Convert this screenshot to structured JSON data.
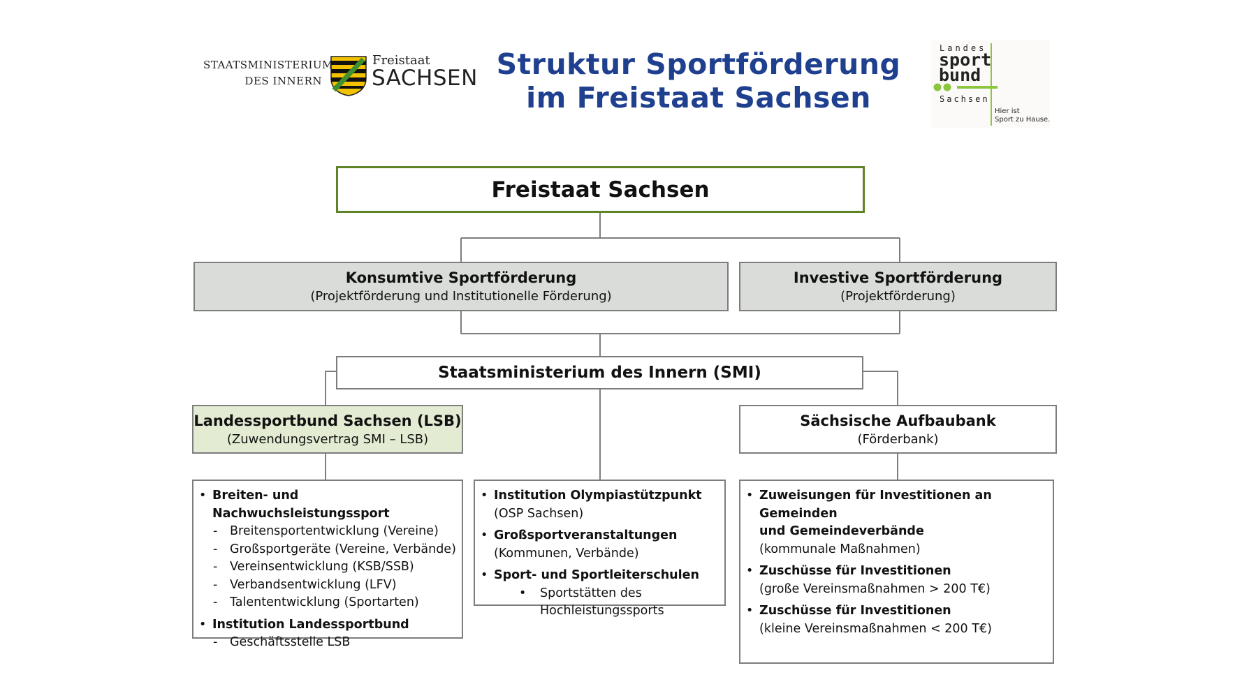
{
  "header": {
    "title_line1": "Struktur Sportförderung",
    "title_line2": "im Freistaat Sachsen",
    "smi_logo": {
      "line1": "STAATSMINISTERIUM",
      "line2": "DES INNERN",
      "freistaat": "Freistaat",
      "sachsen": "SACHSEN",
      "icon": "coat-of-arms-icon"
    },
    "lsb_logo": {
      "landes": "Landes",
      "sport": "sport",
      "bund": "bund",
      "sachsen": "Sachsen",
      "slogan_line1": "Hier ist",
      "slogan_line2": "Sport zu Hause.",
      "accent_color": "#8cc63f"
    }
  },
  "nodes": {
    "root": {
      "label": "Freistaat Sachsen"
    },
    "konsumtiv": {
      "title": "Konsumtive Sportförderung",
      "subtitle": "(Projektförderung und Institutionelle Förderung)"
    },
    "investiv": {
      "title": "Investive Sportförderung",
      "subtitle": "(Projektförderung)"
    },
    "smi": {
      "label": "Staatsministerium des Innern (SMI)"
    },
    "lsb": {
      "title": "Landessportbund Sachsen (LSB)",
      "subtitle": "(Zuwendungsvertrag SMI – LSB)"
    },
    "sab": {
      "title": "Sächsische Aufbaubank",
      "subtitle": "(Förderbank)"
    }
  },
  "lists": {
    "lsb": {
      "item1_head": "Breiten- und Nachwuchsleistungssport",
      "item1_subs": [
        "Breitensportentwicklung (Vereine)",
        "Großsportgeräte (Vereine, Verbände)",
        "Vereinsentwicklung (KSB/SSB)",
        "Verbandsentwicklung (LFV)",
        "Talententwicklung (Sportarten)"
      ],
      "item2_head": "Institution Landessportbund",
      "item2_subs": [
        "Geschäftsstelle LSB"
      ]
    },
    "smi": {
      "item1_head": "Institution Olympiastützpunkt",
      "item1_sub": "(OSP Sachsen)",
      "item2_head": "Großsportveranstaltungen",
      "item2_sub": "(Kommunen, Verbände)",
      "item3_head": "Sport- und Sportleiterschulen",
      "item3_bullet_line1": "Sportstätten des",
      "item3_bullet_line2": "Hochleistungssports"
    },
    "sab": {
      "item1_head_line1": "Zuweisungen für Investitionen an Gemeinden",
      "item1_head_line2": "und Gemeindeverbände",
      "item1_sub": "(kommunale Maßnahmen)",
      "item2_head": "Zuschüsse für Investitionen",
      "item2_sub": "(große Vereinsmaßnahmen > 200 T€)",
      "item3_head": "Zuschüsse für Investitionen",
      "item3_sub": "(kleine Vereinsmaßnahmen < 200 T€)"
    }
  },
  "colors": {
    "title": "#1f3f8f",
    "root_border": "#5e8427",
    "grey_fill": "#d9dcd8",
    "green_fill": "#e3ecd2",
    "lines": "#7d7d7d"
  }
}
